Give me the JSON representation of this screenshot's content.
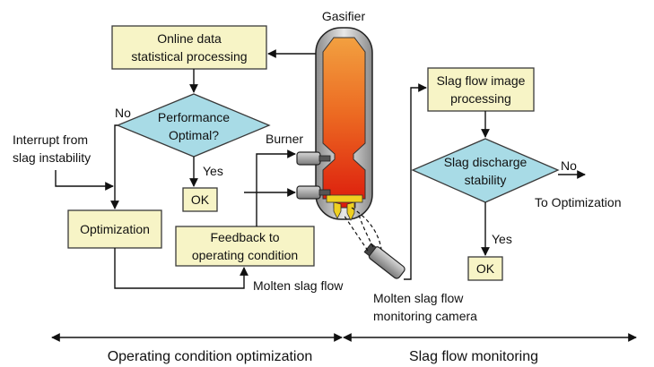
{
  "title": "Gasifier",
  "boxes": {
    "online_data": [
      "Online data",
      "statistical processing"
    ],
    "optimization": "Optimization",
    "feedback": [
      "Feedback to",
      "operating condition"
    ],
    "slag_image": [
      "Slag flow image",
      "processing"
    ],
    "ok_left": "OK",
    "ok_right": "OK"
  },
  "decisions": {
    "performance": [
      "Performance",
      "Optimal?"
    ],
    "slag_stability": [
      "Slag discharge",
      "stability"
    ]
  },
  "labels": {
    "no_left": "No",
    "yes_left": "Yes",
    "no_right": "No",
    "yes_right": "Yes",
    "interrupt": [
      "Interrupt from",
      "slag instability"
    ],
    "burner": "Burner",
    "to_optimization": "To Optimization",
    "molten_slag_flow": "Molten slag flow",
    "camera": [
      "Molten slag flow",
      "monitoring camera"
    ]
  },
  "bottom": {
    "left": "Operating condition optimization",
    "right": "Slag flow monitoring"
  },
  "colors": {
    "box_fill": "#f7f4c6",
    "diamond_fill": "#a8dbe6",
    "gasifier_top": "#f08a2a",
    "gasifier_bottom": "#e02010",
    "slag": "#f0d020"
  }
}
